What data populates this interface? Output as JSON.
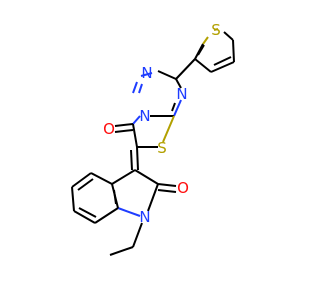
{
  "molecule": {
    "atoms": {
      "s_thiophene": {
        "label": "S",
        "color": "#b2a000"
      },
      "s_thiazole": {
        "label": "S",
        "color": "#b2a000"
      },
      "n_triazole_1": {
        "label": "N",
        "color": "#1f3dff"
      },
      "n_triazole_2": {
        "label": "N",
        "color": "#1f3dff"
      },
      "n_triazole_3": {
        "label": "N",
        "color": "#1f3dff"
      },
      "n_indole": {
        "label": "N",
        "color": "#1f3dff"
      },
      "o_thiazolone": {
        "label": "O",
        "color": "#ff0d0d"
      },
      "o_indolone": {
        "label": "O",
        "color": "#ff0d0d"
      }
    }
  }
}
